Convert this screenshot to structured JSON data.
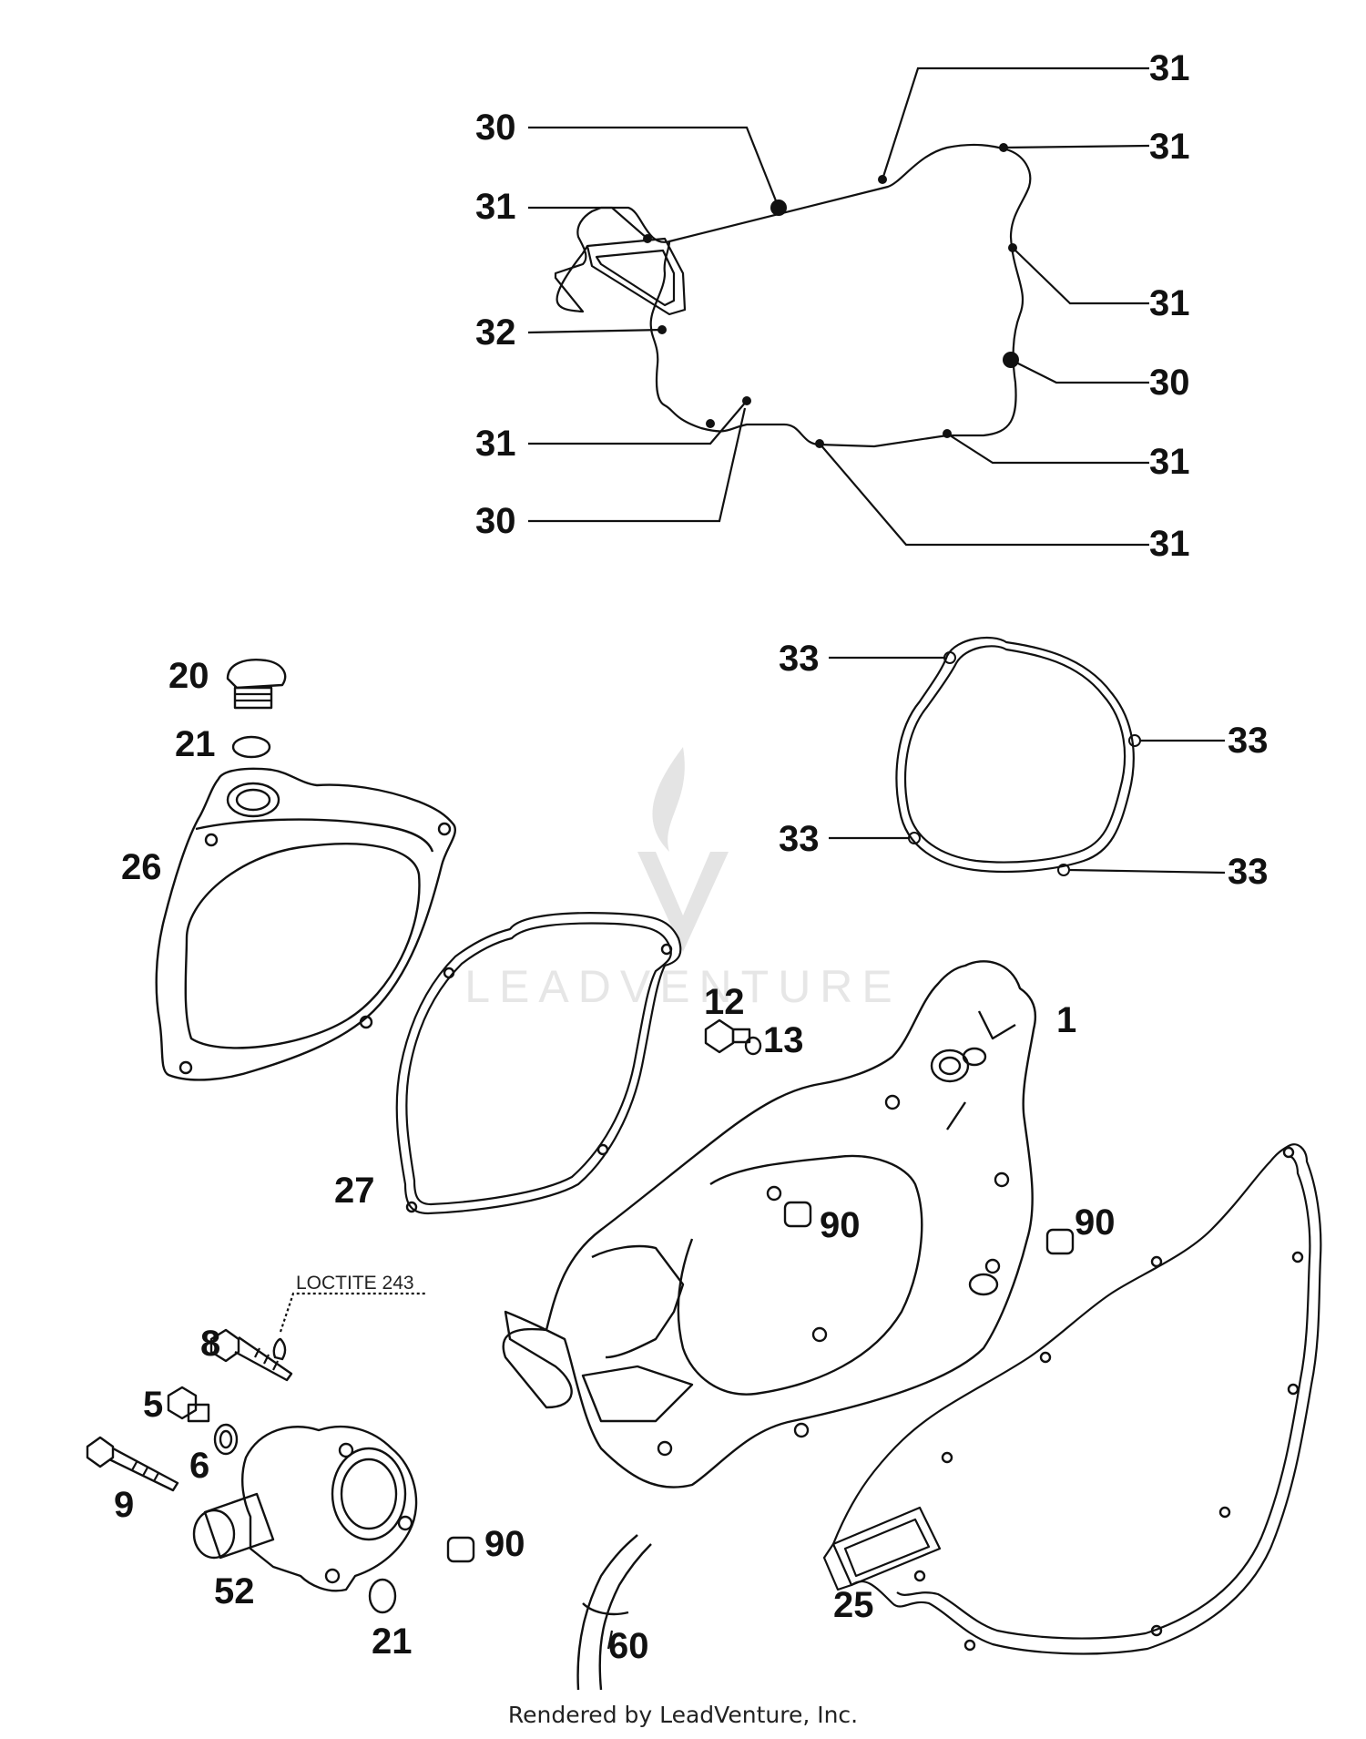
{
  "diagram": {
    "callouts": {
      "c31_a": "31",
      "c31_b": "31",
      "c30_a": "30",
      "c31_c": "31",
      "c31_d": "31",
      "c32": "32",
      "c30_b": "30",
      "c31_e": "31",
      "c31_f": "31",
      "c30_c": "30",
      "c31_g": "31",
      "c20": "20",
      "c21_a": "21",
      "c26": "26",
      "c27": "27",
      "c33_a": "33",
      "c33_b": "33",
      "c33_c": "33",
      "c33_d": "33",
      "c12": "12",
      "c13": "13",
      "c1": "1",
      "c90_a": "90",
      "c90_b": "90",
      "c90_c": "90",
      "c8": "8",
      "c5": "5",
      "c6": "6",
      "c9": "9",
      "c52": "52",
      "c21_b": "21",
      "c60": "60",
      "c25": "25"
    },
    "notes": {
      "loctite": "LOCTITE 243"
    },
    "watermark": "LEADVENTURE"
  },
  "footer": {
    "text": "Rendered by LeadVenture, Inc."
  }
}
